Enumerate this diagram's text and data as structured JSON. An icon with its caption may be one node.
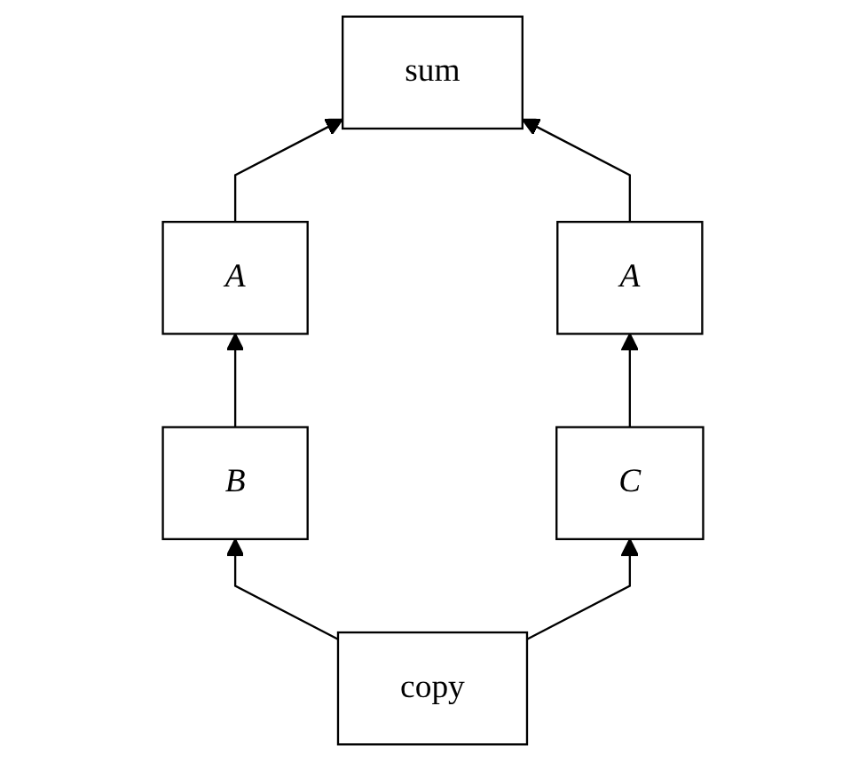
{
  "diagram": {
    "nodes": [
      {
        "text": [
          "sum"
        ]
      },
      {
        "text": [
          "A"
        ]
      },
      {
        "text": [
          "A"
        ]
      },
      {
        "text": [
          "B"
        ]
      },
      {
        "text": [
          "C"
        ]
      },
      {
        "text": [
          "copy"
        ]
      }
    ],
    "edges": [
      {
        "from": 1,
        "to": 0,
        "arrow": "to"
      },
      {
        "from": 2,
        "to": 0,
        "arrow": "to"
      },
      {
        "from": 3,
        "to": 1,
        "arrow": "to"
      },
      {
        "from": 4,
        "to": 2,
        "arrow": "to"
      },
      {
        "from": 5,
        "to": 3,
        "arrow": "to"
      },
      {
        "from": 5,
        "to": 4,
        "arrow": "to"
      }
    ]
  }
}
